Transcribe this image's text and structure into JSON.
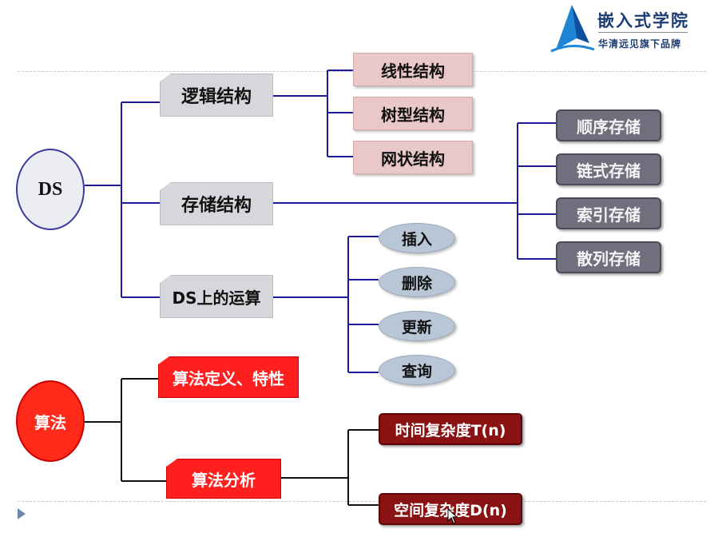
{
  "logo": {
    "title": "嵌入式学院",
    "subtitle": "华清远见旗下品牌",
    "icon": "sail-logo-icon"
  },
  "ds": {
    "root": "DS",
    "branches": {
      "logical": {
        "label": "逻辑结构",
        "children": [
          "线性结构",
          "树型结构",
          "网状结构"
        ]
      },
      "storage": {
        "label": "存储结构",
        "children": [
          "顺序存储",
          "链式存储",
          "索引存储",
          "散列存储"
        ]
      },
      "operations": {
        "label": "DS上的运算",
        "children": [
          "插入",
          "删除",
          "更新",
          "查询"
        ]
      }
    }
  },
  "algorithm": {
    "root": "算法",
    "definition": "算法定义、特性",
    "analysis": {
      "label": "算法分析",
      "children": [
        "时间复杂度T(n)",
        "空间复杂度D(n)"
      ]
    }
  },
  "colors": {
    "line": "#1a1a9a",
    "grey_box": "#d6d6db",
    "pink_box": "#e8c8c8",
    "dark_box": "#6f6f7d",
    "oval": "#b8c6d6",
    "red": "#ff1f1f",
    "maroon": "#8a1212"
  },
  "icons": [
    "sail-logo-icon",
    "play-triangle-icon",
    "mouse-cursor-icon"
  ]
}
